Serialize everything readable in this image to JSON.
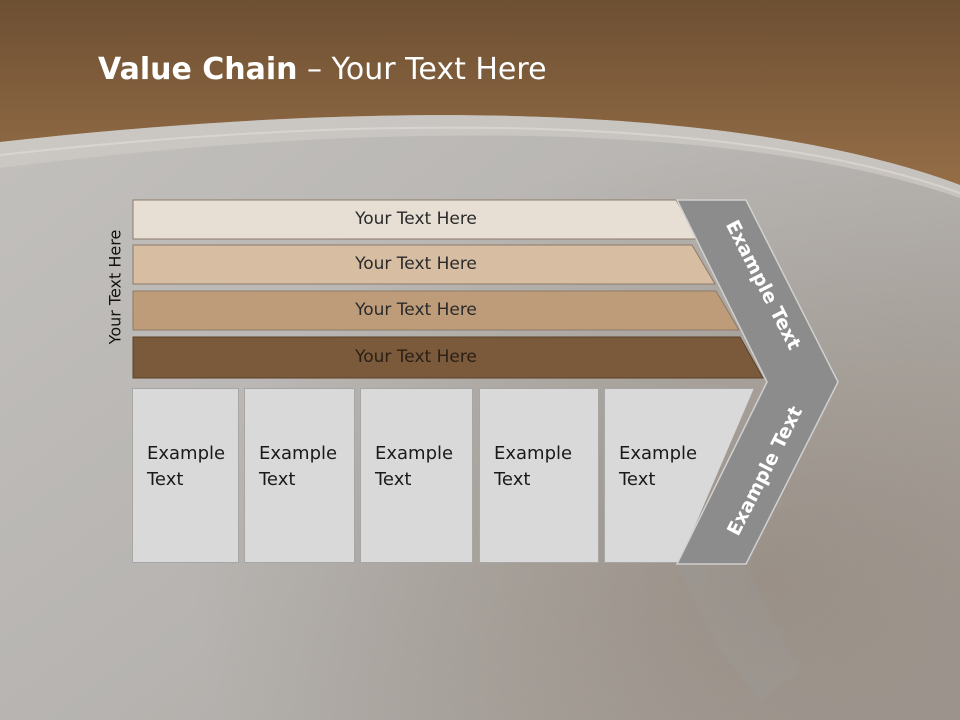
{
  "title": {
    "bold": "Value Chain",
    "rest": " – Your Text Here"
  },
  "side_label": "Your Text Here",
  "bars": [
    {
      "label": "Your Text Here",
      "color": "#e8dfd4"
    },
    {
      "label": "Your Text Here",
      "color": "#d7bea3"
    },
    {
      "label": "Your Text Here",
      "color": "#be9c79"
    },
    {
      "label": "Your Text Here",
      "color": "#7b5a3b"
    }
  ],
  "boxes": [
    {
      "line1": "Example",
      "line2": "Text"
    },
    {
      "line1": "Example",
      "line2": "Text"
    },
    {
      "line1": "Example",
      "line2": "Text"
    },
    {
      "line1": "Example",
      "line2": "Text"
    },
    {
      "line1": "Example",
      "line2": "Text"
    }
  ],
  "chevron": {
    "upper_text": "Example Text",
    "lower_text": "Example Text",
    "color": "#8c8c8c"
  },
  "colors": {
    "header": "#8a6844",
    "background": "#bdbab7"
  }
}
